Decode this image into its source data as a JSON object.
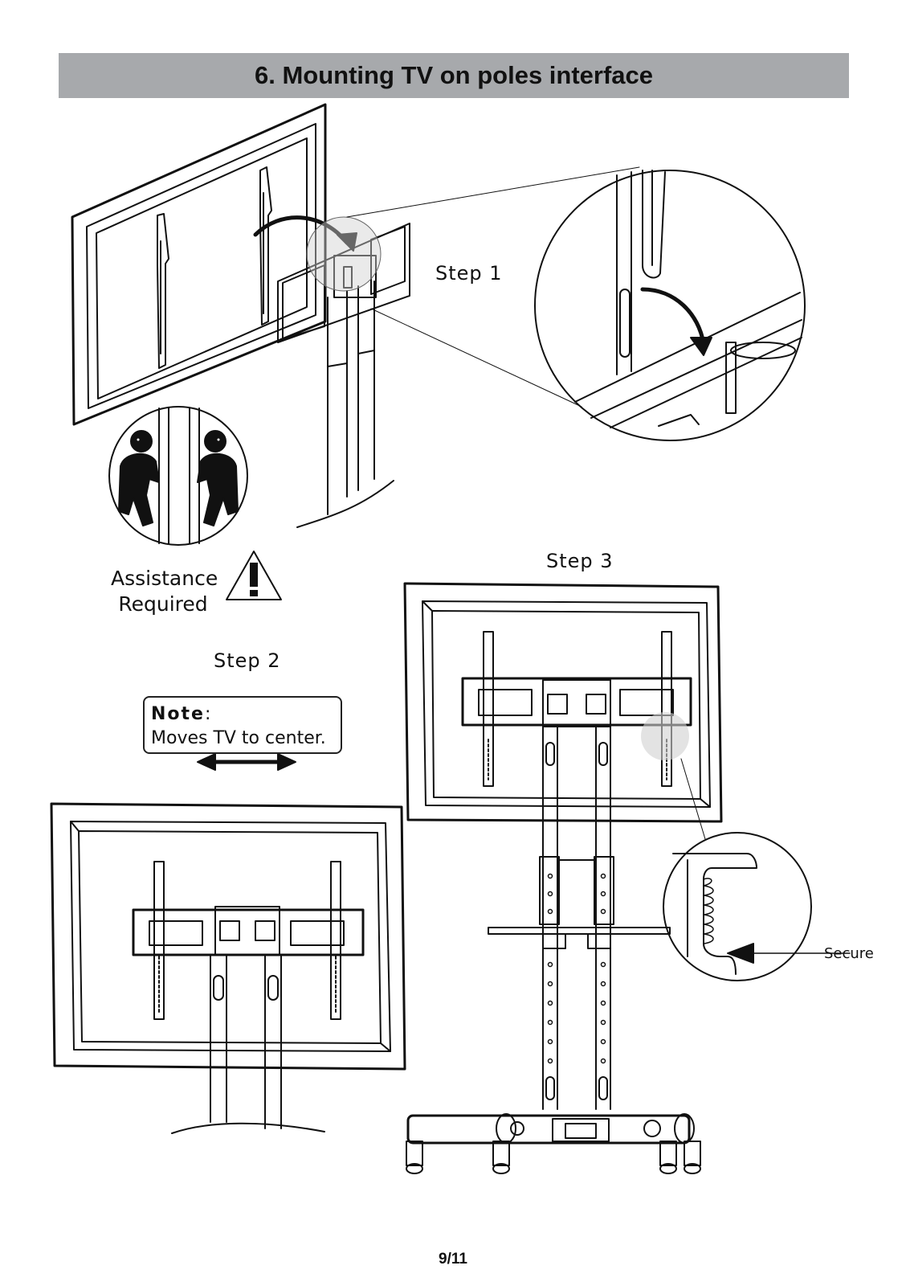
{
  "header": {
    "title": "6. Mounting TV on poles interface"
  },
  "steps": {
    "step1": "Step 1",
    "step2": "Step 2",
    "step3": "Step 3"
  },
  "assistance": {
    "line1": "Assistance",
    "line2": "Required"
  },
  "note": {
    "label": "Note",
    "separator": ":",
    "text": "Moves TV to center."
  },
  "callout": {
    "secure": "Secure"
  },
  "footer": {
    "page": "9/11"
  }
}
